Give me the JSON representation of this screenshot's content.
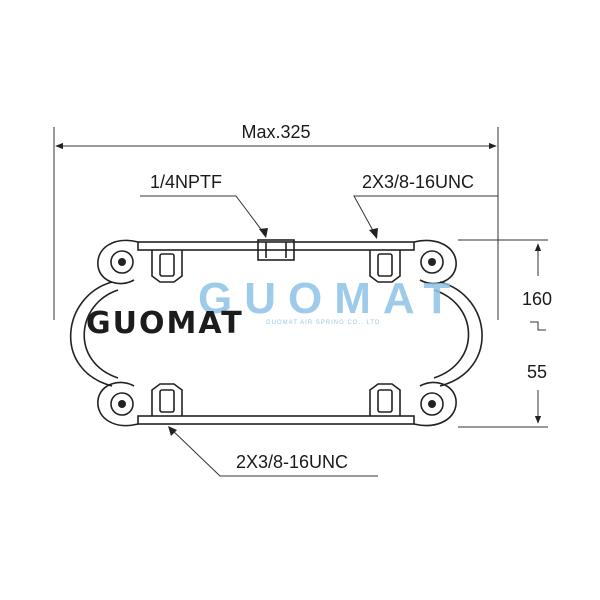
{
  "dimensions": {
    "max_width": "Max.325",
    "height_max": "160",
    "height_min": "55"
  },
  "callouts": {
    "top_left_port": "1/4NPTF",
    "top_right_studs": "2X3/8-16UNC",
    "bottom_studs": "2X3/8-16UNC"
  },
  "branding": {
    "logo_black": "GUOMAT",
    "watermark_blue": "GUOMAT",
    "watermark_small": "GUOMAT AIR SPRING CO., LTD"
  },
  "colors": {
    "line": "#222222",
    "watermark": "#8fc3e8",
    "logo": "#1c1c1c"
  }
}
